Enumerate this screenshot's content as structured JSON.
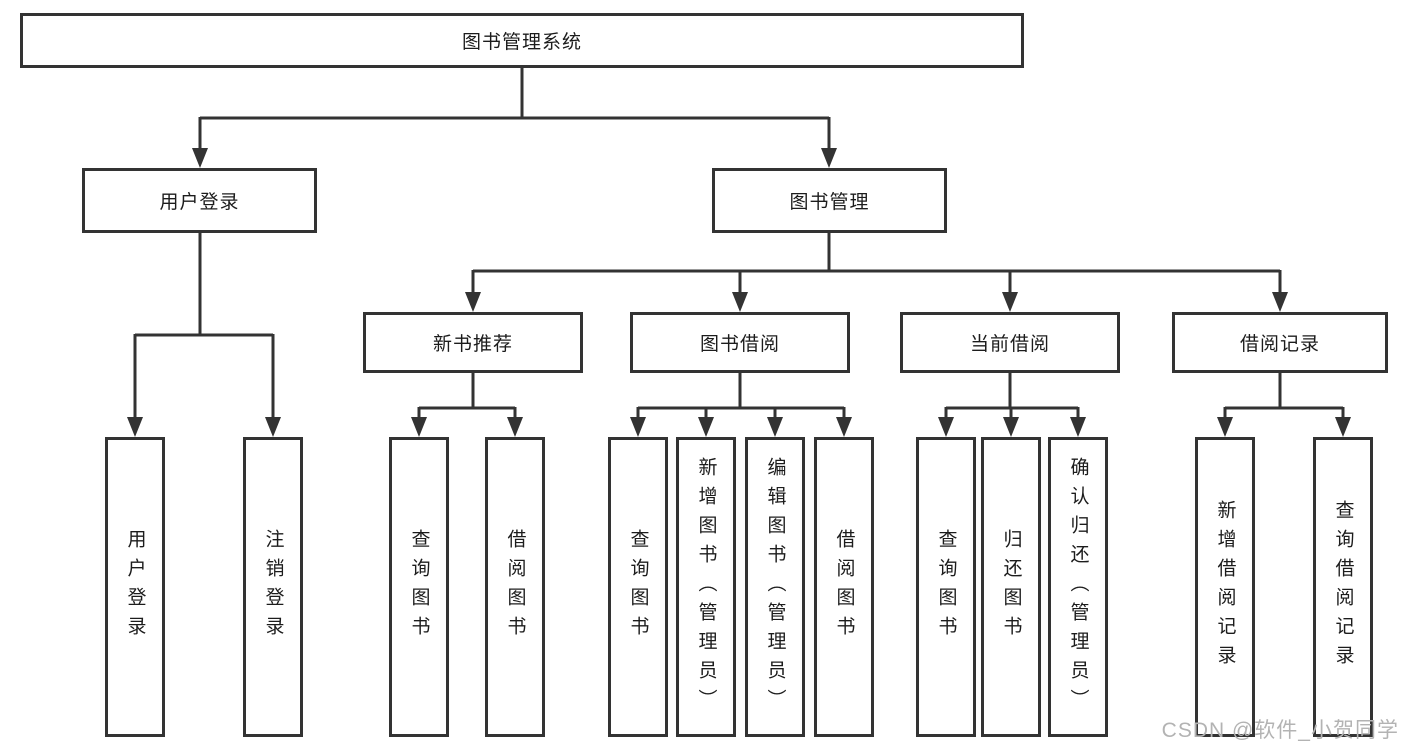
{
  "diagram": {
    "type": "hierarchy",
    "colors": {
      "line": "#333333",
      "box_border": "#333333",
      "box_background": "#ffffff",
      "text": "#1c1c1c",
      "watermark": "#b3b3b3"
    },
    "tree": {
      "root": {
        "label": "图书管理系统"
      },
      "branches": [
        {
          "label": "用户登录",
          "children": [
            {
              "label": "用户登录"
            },
            {
              "label": "注销登录"
            }
          ]
        },
        {
          "label": "图书管理",
          "children": [
            {
              "label": "新书推荐",
              "children": [
                {
                  "label": "查询图书"
                },
                {
                  "label": "借阅图书"
                }
              ]
            },
            {
              "label": "图书借阅",
              "children": [
                {
                  "label": "查询图书"
                },
                {
                  "label": "新增图书（管理员）"
                },
                {
                  "label": "编辑图书（管理员）"
                },
                {
                  "label": "借阅图书"
                }
              ]
            },
            {
              "label": "当前借阅",
              "children": [
                {
                  "label": "查询图书"
                },
                {
                  "label": "归还图书"
                },
                {
                  "label": "确认归还（管理员）"
                }
              ]
            },
            {
              "label": "借阅记录",
              "children": [
                {
                  "label": "新增借阅记录"
                },
                {
                  "label": "查询借阅记录"
                }
              ]
            }
          ]
        }
      ]
    },
    "watermark": {
      "text": "CSDN @软件_小贺同学"
    }
  }
}
